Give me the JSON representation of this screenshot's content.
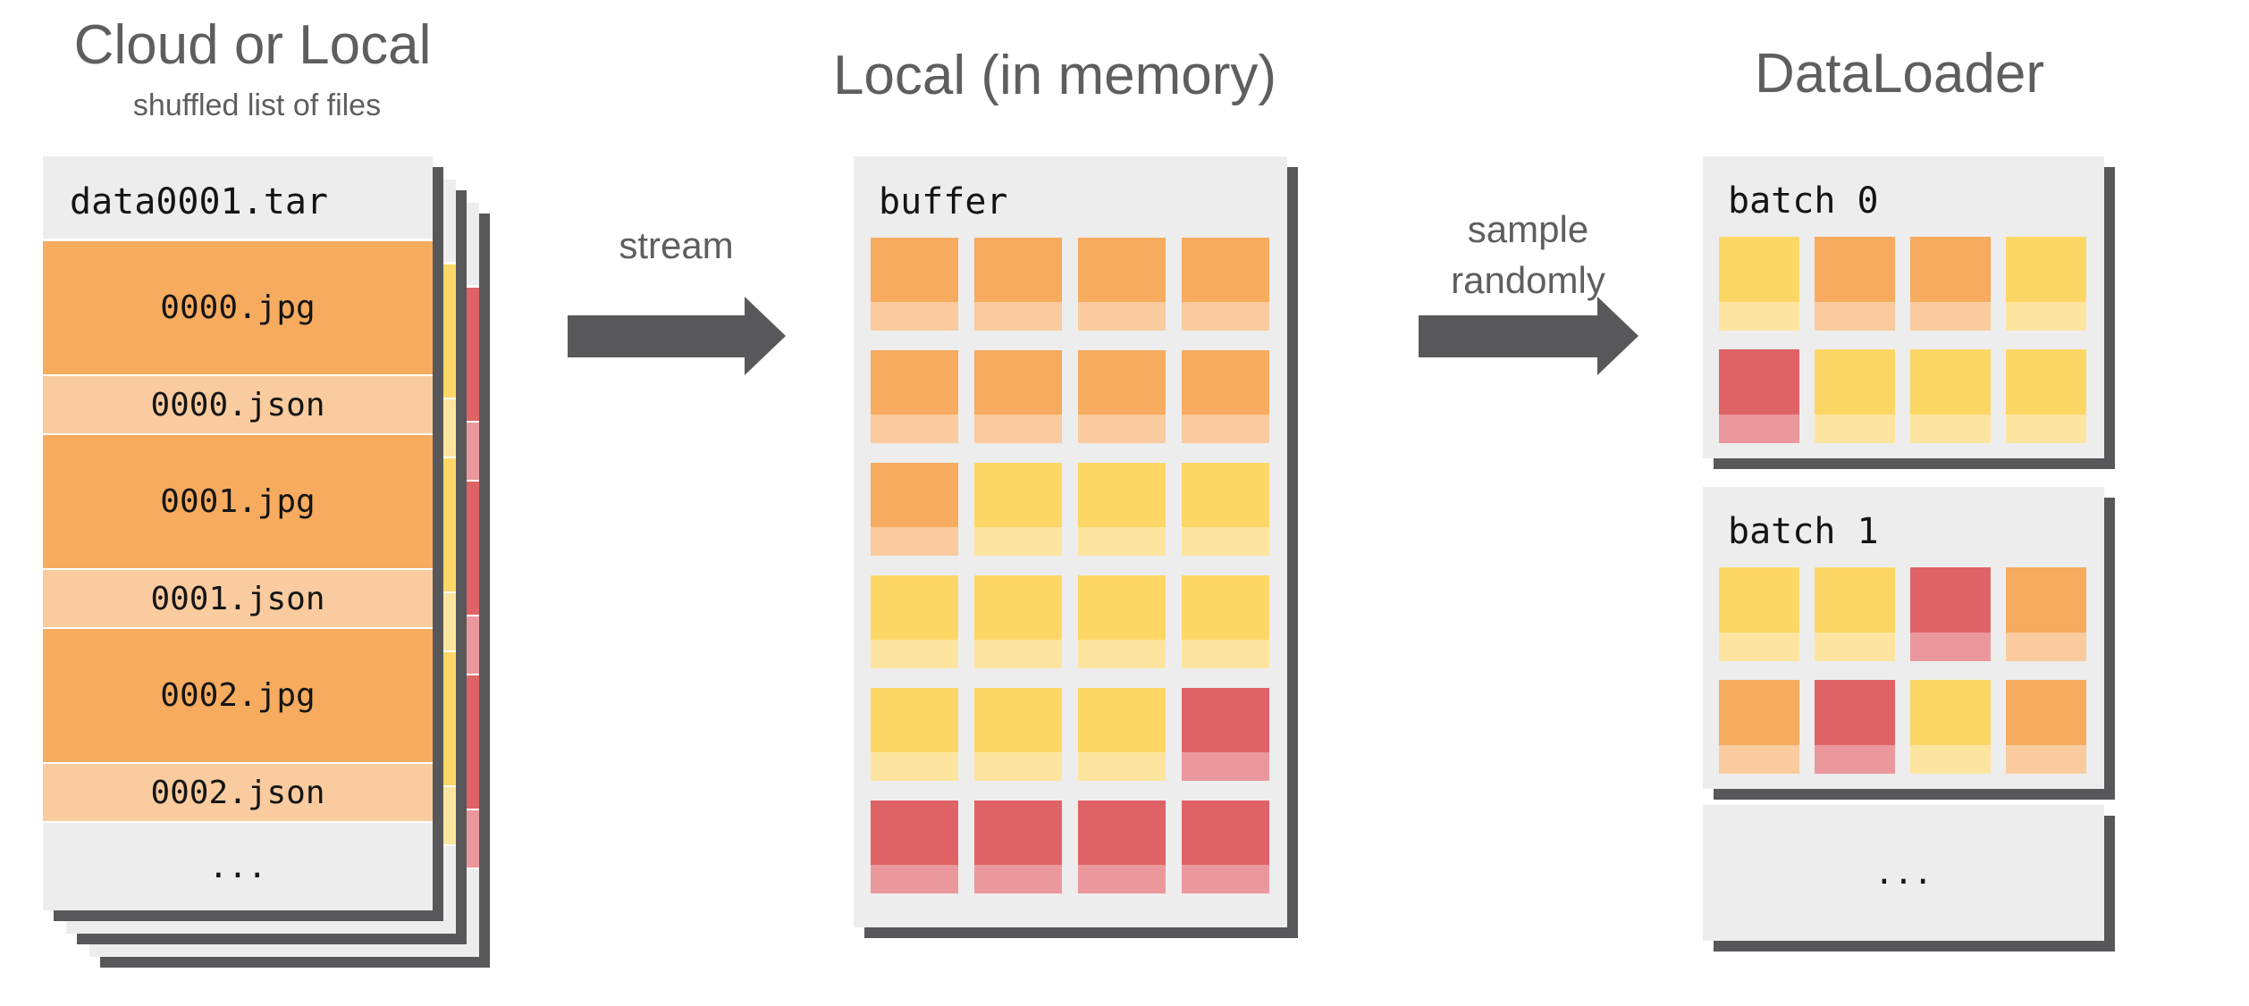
{
  "palette": {
    "orange": "#F6AB5F",
    "orange_light": "#F9CB9E",
    "yellow": "#FDD765",
    "yellow_light": "#FEE59F",
    "red": "#DF6366",
    "red_light": "#EB989D",
    "card_bg": "#EDEDED",
    "shadow": "#58585A",
    "title_text": "#5E5E5E",
    "mono_text": "#141414"
  },
  "source": {
    "title": "Cloud or Local",
    "subtitle": "shuffled list of files",
    "shard": {
      "name": "data0001.tar",
      "files": [
        "0000.jpg",
        "0000.json",
        "0001.jpg",
        "0001.json",
        "0002.jpg",
        "0002.json"
      ],
      "more_label": "..."
    },
    "background_shards": [
      "yellow",
      "red"
    ]
  },
  "arrows": {
    "stream": {
      "label": "stream"
    },
    "sample": {
      "label": [
        "sample",
        "randomly"
      ]
    }
  },
  "memory": {
    "title": "Local (in memory)",
    "buffer_label": "buffer",
    "grid_columns": 4,
    "tiles": [
      "orange",
      "orange",
      "orange",
      "orange",
      "orange",
      "orange",
      "orange",
      "orange",
      "orange",
      "yellow",
      "yellow",
      "yellow",
      "yellow",
      "yellow",
      "yellow",
      "yellow",
      "yellow",
      "yellow",
      "yellow",
      "red",
      "red",
      "red",
      "red",
      "red"
    ]
  },
  "dataloader": {
    "title": "DataLoader",
    "batches": [
      {
        "label": "batch 0",
        "tiles": [
          "yellow",
          "orange",
          "orange",
          "yellow",
          "red",
          "yellow",
          "yellow",
          "yellow"
        ]
      },
      {
        "label": "batch 1",
        "tiles": [
          "yellow",
          "yellow",
          "red",
          "orange",
          "orange",
          "red",
          "yellow",
          "orange"
        ]
      }
    ],
    "more_label": "..."
  }
}
